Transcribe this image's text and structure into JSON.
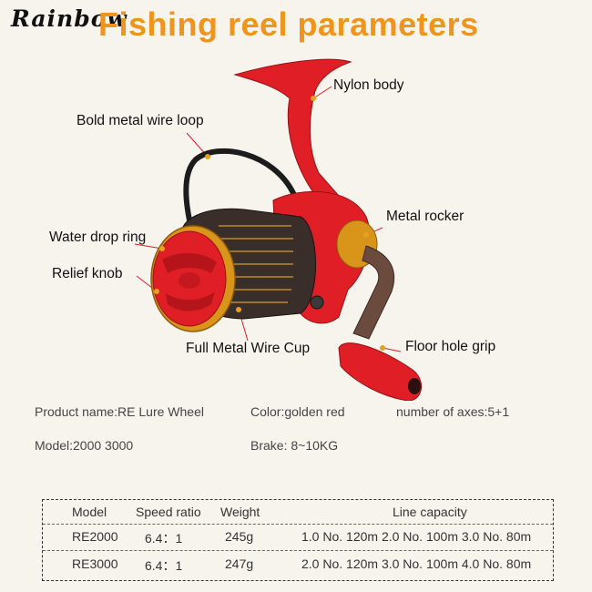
{
  "brand": "Rainbow",
  "title": "Fishing reel parameters",
  "callouts": {
    "nylon_body": "Nylon body",
    "wire_loop": "Bold metal wire loop",
    "metal_rocker": "Metal rocker",
    "water_drop_ring": "Water drop ring",
    "relief_knob": "Relief knob",
    "wire_cup": "Full Metal Wire Cup",
    "floor_hole_grip": "Floor hole grip"
  },
  "specs": {
    "product_name": "Product name:RE Lure Wheel",
    "color": "Color:golden red",
    "axes": "number of axes:5+1",
    "model": "Model:2000  3000",
    "brake": "Brake: 8~10KG"
  },
  "table": {
    "headers": [
      "Model",
      "Speed ratio",
      "Weight",
      "Line capacity"
    ],
    "rows": [
      [
        "RE2000",
        "6.4：1",
        "245g",
        "1.0 No. 120m 2.0 No. 100m  3.0 No. 80m"
      ],
      [
        "RE3000",
        "6.4：1",
        "247g",
        "2.0 No. 120m 3.0 No. 100m  4.0 No. 80m"
      ]
    ]
  },
  "colors": {
    "title_orange": "#f0941c",
    "reel_red": "#e01e26",
    "accent_gold": "#d8951a"
  }
}
